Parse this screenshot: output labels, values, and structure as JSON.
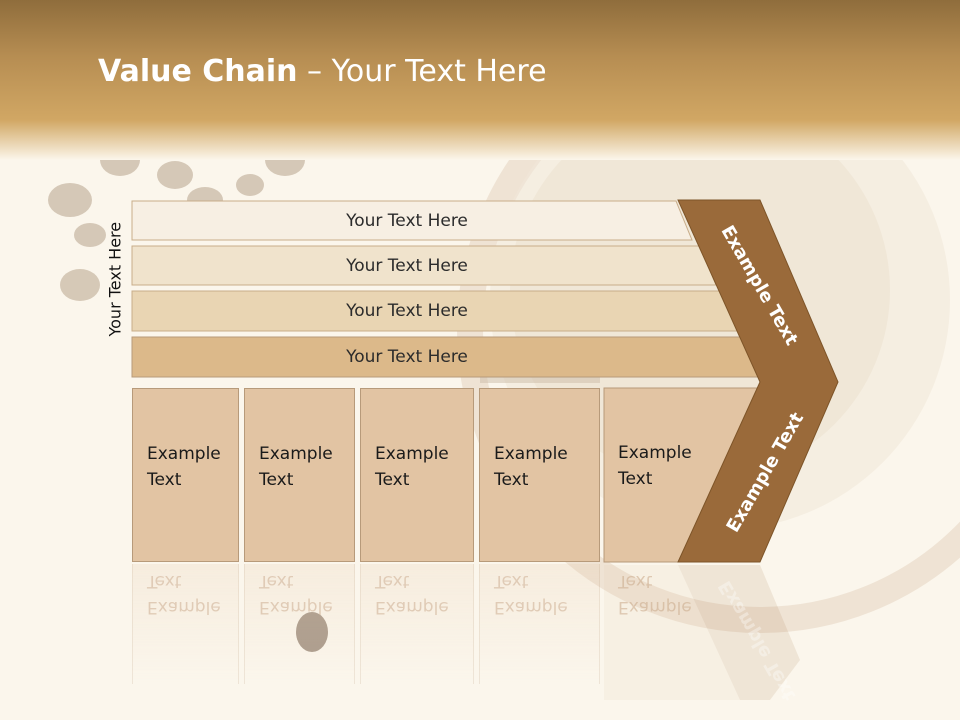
{
  "title": {
    "bold": "Value Chain",
    "rest": " – Your Text Here"
  },
  "side_label": "Your Text Here",
  "bars": [
    {
      "label": "Your Text Here",
      "color": "#f7efe3"
    },
    {
      "label": "Your Text Here",
      "color": "#f0e3cc"
    },
    {
      "label": "Your Text Here",
      "color": "#e9d5b3"
    },
    {
      "label": "Your Text Here",
      "color": "#dcb98a"
    }
  ],
  "cells": [
    {
      "line1": "Example",
      "line2": "Text"
    },
    {
      "line1": "Example",
      "line2": "Text"
    },
    {
      "line1": "Example",
      "line2": "Text"
    },
    {
      "line1": "Example",
      "line2": "Text"
    },
    {
      "line1": "Example",
      "line2": "Text"
    }
  ],
  "chevron": {
    "top_text": "Example Text",
    "bottom_text": "Example Text",
    "color": "#9a6a3a",
    "cell_color": "#e2c4a3"
  }
}
